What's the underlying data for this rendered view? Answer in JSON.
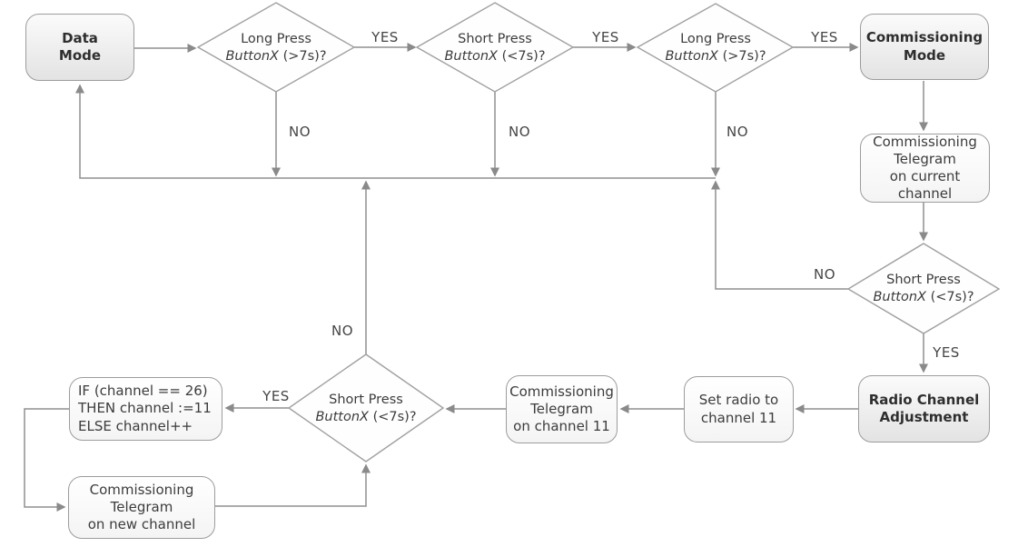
{
  "labels": {
    "yes": "YES",
    "no": "NO"
  },
  "boxes": {
    "data_mode": "Data\nMode",
    "commissioning_mode": "Commissioning\nMode",
    "ct_current": "Commissioning\nTelegram\non current channel",
    "radio_channel_adjustment": "Radio Channel\nAdjustment",
    "set_radio": "Set radio to\nchannel 11",
    "ct_channel11": "Commissioning\nTelegram\non channel 11",
    "if_logic": "IF (channel == 26)\nTHEN channel :=11\nELSE channel++",
    "ct_new": "Commissioning\nTelegram\non new channel"
  },
  "decisions": {
    "long_press_1": {
      "line1": "Long Press",
      "button": "ButtonX",
      "condition": " (>7s)?"
    },
    "short_press_1": {
      "line1": "Short Press",
      "button": "ButtonX",
      "condition": " (<7s)?"
    },
    "long_press_2": {
      "line1": "Long Press",
      "button": "ButtonX",
      "condition": " (>7s)?"
    },
    "short_press_2": {
      "line1": "Short Press",
      "button": "ButtonX",
      "condition": " (<7s)?"
    },
    "short_press_3": {
      "line1": "Short Press",
      "button": "ButtonX",
      "condition": " (<7s)?"
    }
  },
  "colors": {
    "background": "#ffffff",
    "connector_line": "#8f8f8f",
    "arrowhead": "#8a8a8a",
    "node_border": "#9c9c9c",
    "state_fill_top": "#fbfbfb",
    "state_fill_bottom": "#e3e3e3",
    "process_fill_top": "#ffffff",
    "process_fill_bottom": "#f4f4f4",
    "text": "#3c3c3c"
  }
}
